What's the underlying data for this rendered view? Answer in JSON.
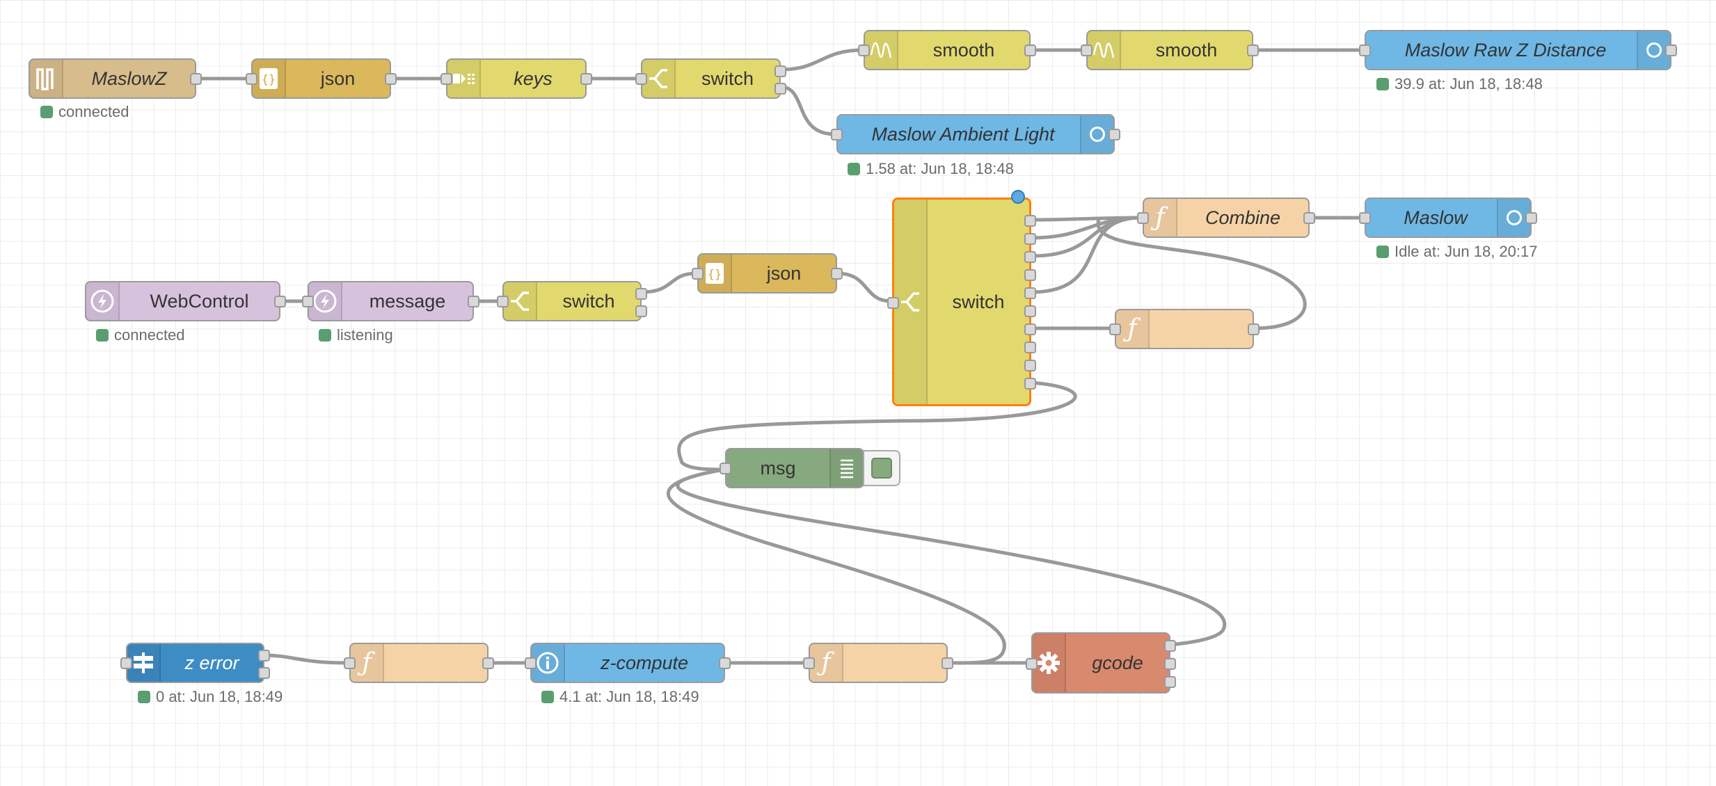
{
  "colors": {
    "wire": "#999999",
    "status_ok": "#5a9e6f",
    "selected_outline": "#ff7f0e"
  },
  "nodes": {
    "maslowz": {
      "label": "MaslowZ",
      "icon": "serial-wave-icon",
      "status": "connected"
    },
    "json_top": {
      "label": "json",
      "icon": "json-braces-icon"
    },
    "keys": {
      "label": "keys",
      "icon": "change-keys-icon"
    },
    "switch_top": {
      "label": "switch",
      "icon": "switch-icon"
    },
    "smooth1": {
      "label": "smooth",
      "icon": "smooth-wave-icon"
    },
    "smooth2": {
      "label": "smooth",
      "icon": "smooth-wave-icon"
    },
    "raw_z": {
      "label": "Maslow Raw Z Distance",
      "icon": "gauge-icon",
      "status": "39.9 at: Jun 18, 18:48"
    },
    "ambient": {
      "label": "Maslow Ambient Light",
      "icon": "gauge-icon",
      "status": "1.58 at: Jun 18, 18:48"
    },
    "webcontrol": {
      "label": "WebControl",
      "icon": "websocket-icon",
      "status": "connected"
    },
    "message": {
      "label": "message",
      "icon": "websocket-icon",
      "status": "listening"
    },
    "switch_mid": {
      "label": "switch",
      "icon": "switch-icon"
    },
    "json_mid": {
      "label": "json",
      "icon": "json-braces-icon"
    },
    "switch_big": {
      "label": "switch",
      "icon": "switch-icon"
    },
    "combine": {
      "label": "Combine",
      "icon": "function-icon"
    },
    "maslow": {
      "label": "Maslow",
      "icon": "gauge-icon",
      "status": "Idle at: Jun 18, 20:17"
    },
    "func_mid": {
      "label": "",
      "icon": "function-icon"
    },
    "msg": {
      "label": "msg",
      "icon": "debug-list-icon"
    },
    "z_error": {
      "label": "z error",
      "icon": "link-signpost-icon",
      "status": "0 at: Jun 18, 18:49"
    },
    "func_b1": {
      "label": "",
      "icon": "function-icon"
    },
    "z_compute": {
      "label": "z-compute",
      "icon": "info-icon",
      "status": "4.1 at: Jun 18, 18:49"
    },
    "func_b2": {
      "label": "",
      "icon": "function-icon"
    },
    "gcode": {
      "label": "gcode",
      "icon": "gear-icon"
    }
  }
}
